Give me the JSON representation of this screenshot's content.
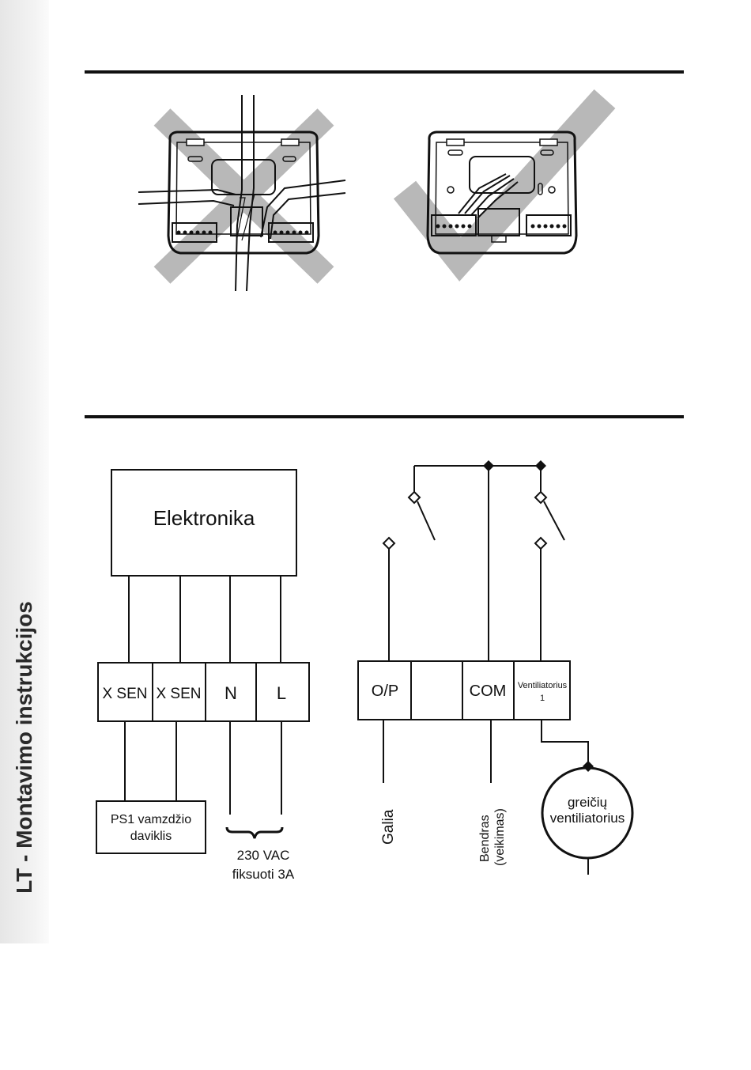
{
  "sidebar": {
    "title": "LT - Montavimo instrukcijos"
  },
  "wiring": {
    "electronics_label": "Elektronika",
    "left_terminals": [
      "X SEN",
      "X SEN",
      "N",
      "L"
    ],
    "right_terminals": [
      "O/P",
      "",
      "COM",
      "Ventiliatorius",
      "1"
    ],
    "sensor_label_line1": "PS1 vamzdžio",
    "sensor_label_line2": "daviklis",
    "supply_line1": "230 VAC",
    "supply_line2": "fiksuoti 3A",
    "output_label": "Galia",
    "common_label_line1": "Bendras",
    "common_label_line2": "(veikimas)",
    "fan_label_line1": "greičių",
    "fan_label_line2": "ventiliatorius"
  },
  "colors": {
    "accent_mark": "#b8b8b8",
    "line": "#111111"
  },
  "icons": {
    "wrong": "cross-mark-icon",
    "right": "check-mark-icon"
  }
}
